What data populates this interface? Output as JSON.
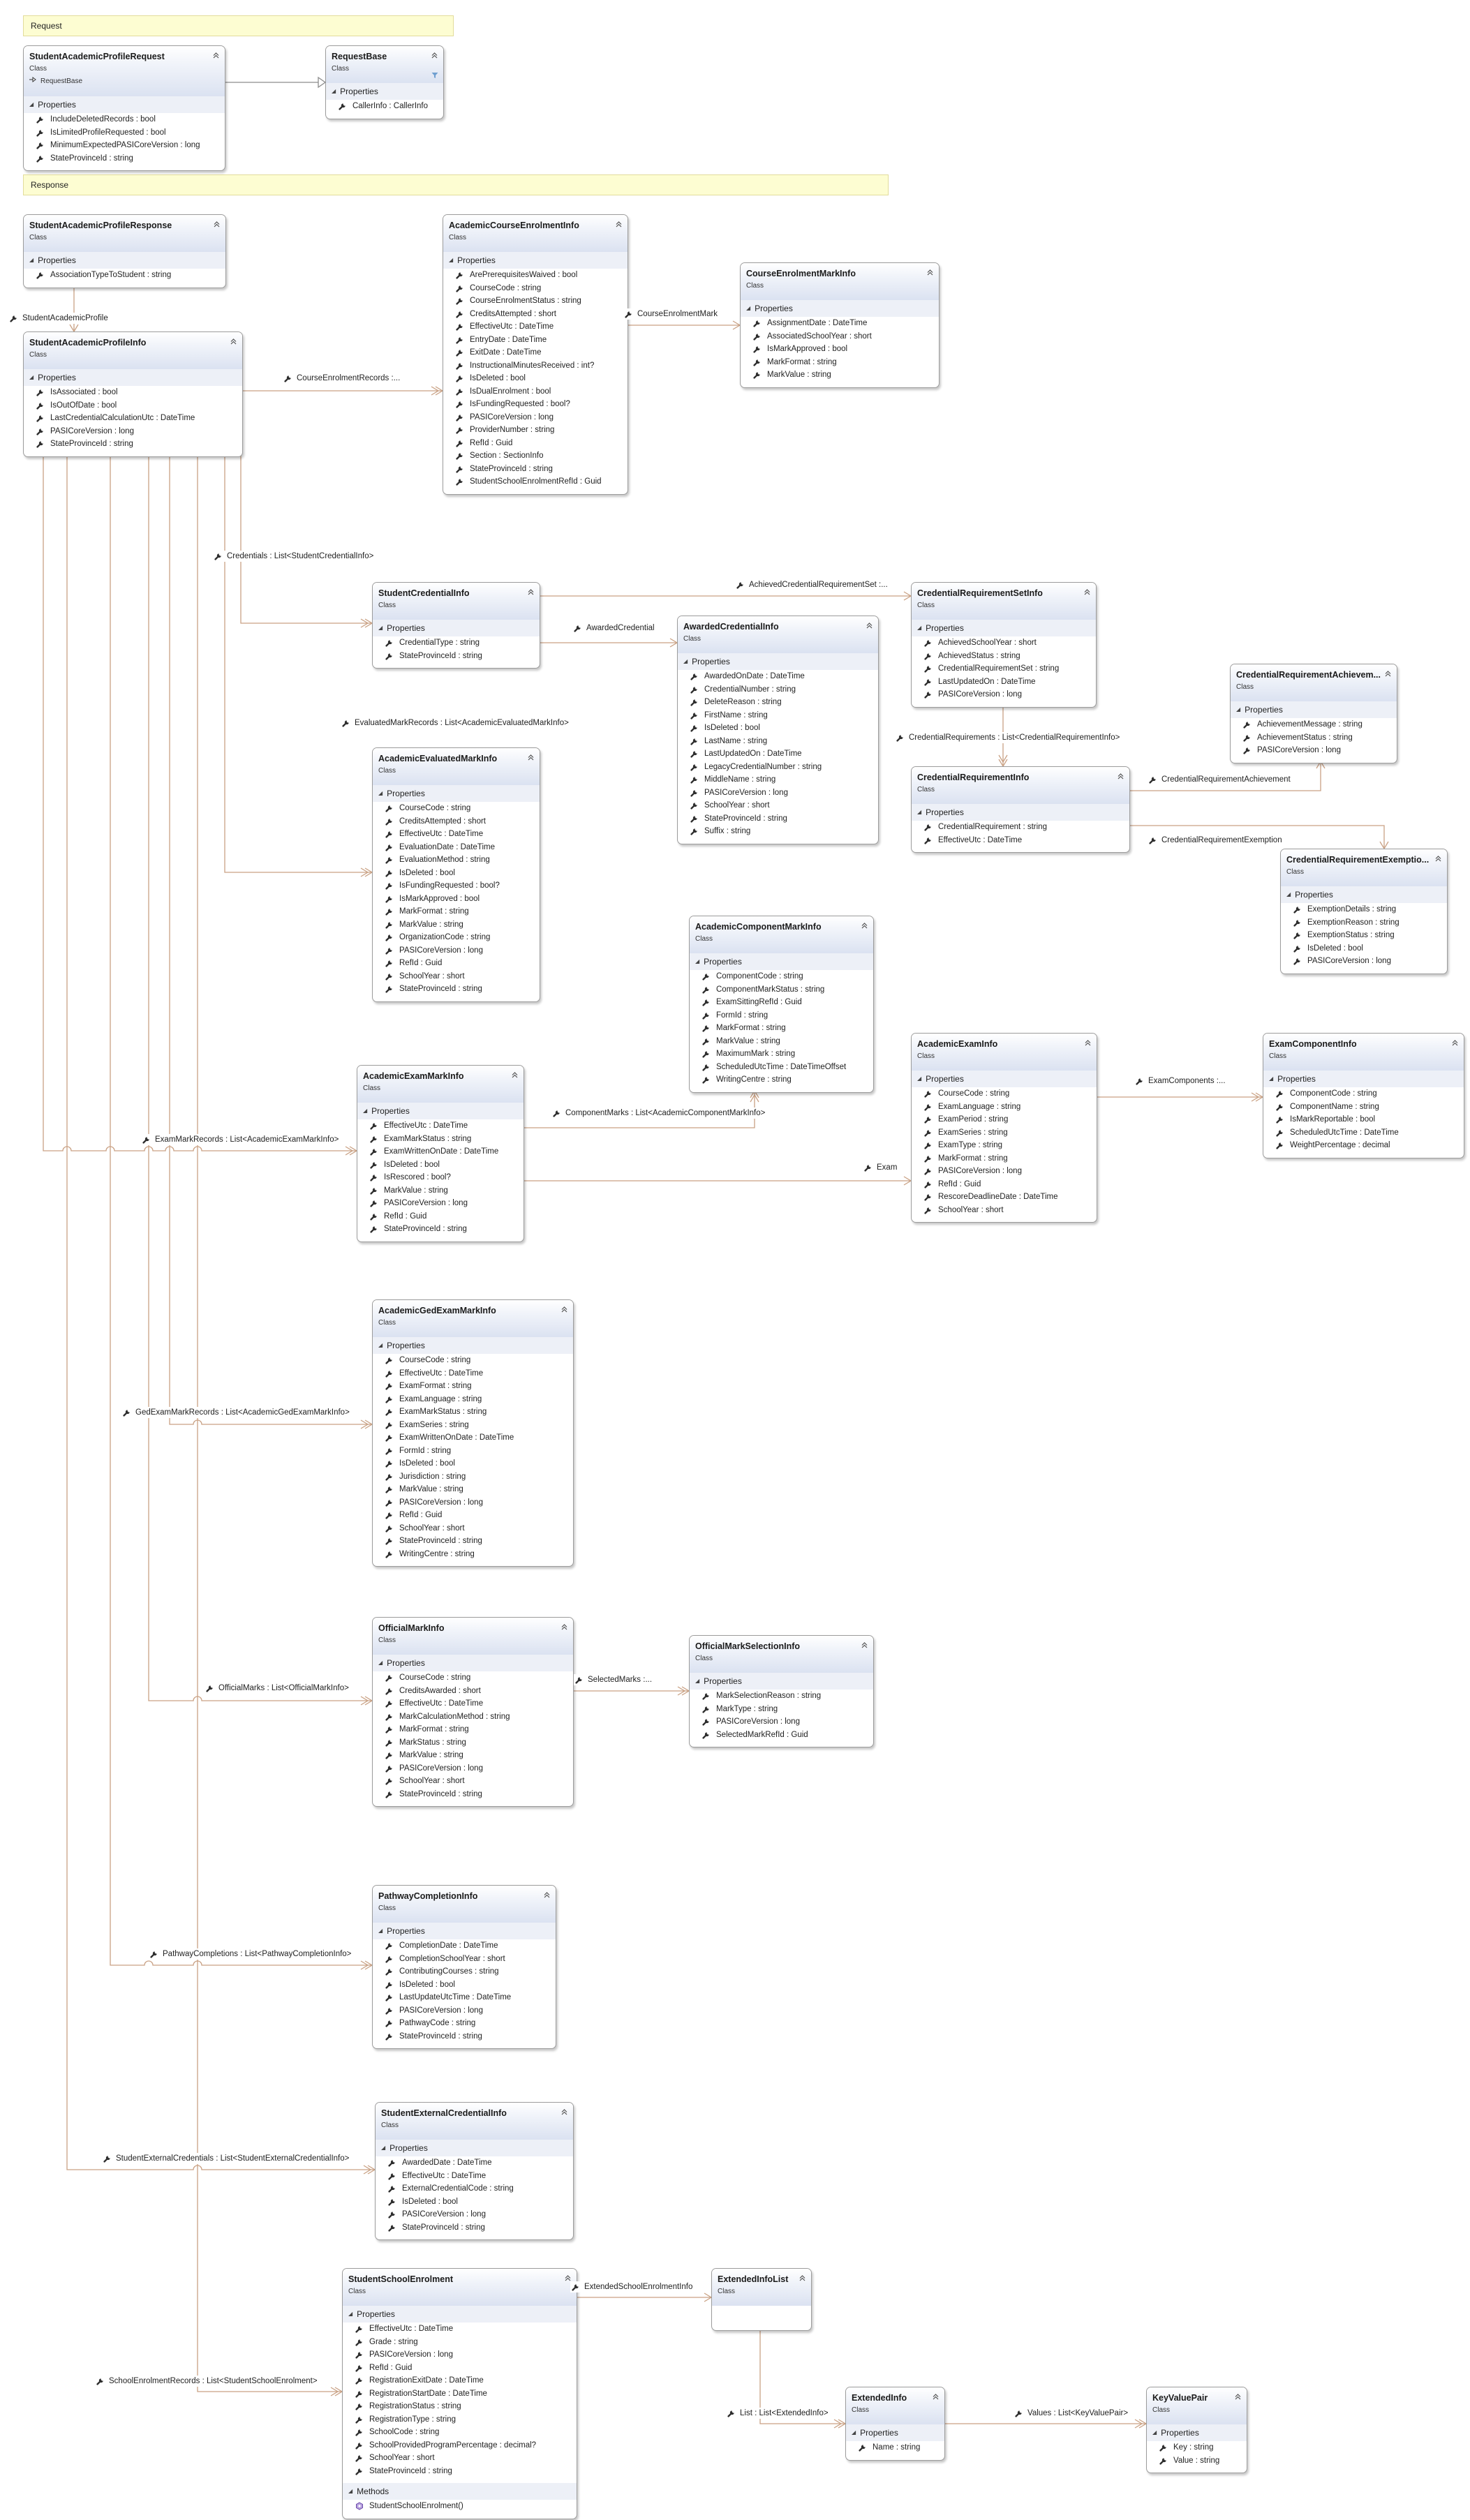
{
  "notes": {
    "request": "Request",
    "response": "Response"
  },
  "classes": [
    {
      "name": "StudentAcademicProfileRequest",
      "kind": "Class",
      "base": "RequestBase",
      "sections": [
        {
          "title": "Properties",
          "members": [
            "IncludeDeletedRecords : bool",
            "IsLimitedProfileRequested : bool",
            "MinimumExpectedPASICoreVersion : long",
            "StateProvinceId : string"
          ]
        }
      ]
    },
    {
      "name": "RequestBase",
      "kind": "Class",
      "filtered": true,
      "sections": [
        {
          "title": "Properties",
          "members": [
            "CallerInfo : CallerInfo"
          ]
        }
      ]
    },
    {
      "name": "StudentAcademicProfileResponse",
      "kind": "Class",
      "sections": [
        {
          "title": "Properties",
          "members": [
            "AssociationTypeToStudent : string"
          ]
        }
      ]
    },
    {
      "name": "StudentAcademicProfileInfo",
      "kind": "Class",
      "sections": [
        {
          "title": "Properties",
          "members": [
            "IsAssociated : bool",
            "IsOutOfDate : bool",
            "LastCredentialCalculationUtc : DateTime",
            "PASICoreVersion : long",
            "StateProvinceId : string"
          ]
        }
      ]
    },
    {
      "name": "AcademicCourseEnrolmentInfo",
      "kind": "Class",
      "sections": [
        {
          "title": "Properties",
          "members": [
            "ArePrerequisitesWaived : bool",
            "CourseCode : string",
            "CourseEnrolmentStatus : string",
            "CreditsAttempted : short",
            "EffectiveUtc : DateTime",
            "EntryDate : DateTime",
            "ExitDate : DateTime",
            "InstructionalMinutesReceived : int?",
            "IsDeleted : bool",
            "IsDualEnrolment : bool",
            "IsFundingRequested : bool?",
            "PASICoreVersion : long",
            "ProviderNumber : string",
            "RefId : Guid",
            "Section : SectionInfo",
            "StateProvinceId : string",
            "StudentSchoolEnrolmentRefId : Guid"
          ]
        }
      ]
    },
    {
      "name": "CourseEnrolmentMarkInfo",
      "kind": "Class",
      "sections": [
        {
          "title": "Properties",
          "members": [
            "AssignmentDate : DateTime",
            "AssociatedSchoolYear : short",
            "IsMarkApproved : bool",
            "MarkFormat : string",
            "MarkValue : string"
          ]
        }
      ]
    },
    {
      "name": "StudentCredentialInfo",
      "kind": "Class",
      "sections": [
        {
          "title": "Properties",
          "members": [
            "CredentialType : string",
            "StateProvinceId : string"
          ]
        }
      ]
    },
    {
      "name": "AwardedCredentialInfo",
      "kind": "Class",
      "sections": [
        {
          "title": "Properties",
          "members": [
            "AwardedOnDate : DateTime",
            "CredentialNumber : string",
            "DeleteReason : string",
            "FirstName : string",
            "IsDeleted : bool",
            "LastName : string",
            "LastUpdatedOn : DateTime",
            "LegacyCredentialNumber : string",
            "MiddleName : string",
            "PASICoreVersion : long",
            "SchoolYear : short",
            "StateProvinceId : string",
            "Suffix : string"
          ]
        }
      ]
    },
    {
      "name": "CredentialRequirementSetInfo",
      "kind": "Class",
      "sections": [
        {
          "title": "Properties",
          "members": [
            "AchievedSchoolYear : short",
            "AchievedStatus : string",
            "CredentialRequirementSet : string",
            "LastUpdatedOn : DateTime",
            "PASICoreVersion : long"
          ]
        }
      ]
    },
    {
      "name": "CredentialRequirementInfo",
      "kind": "Class",
      "sections": [
        {
          "title": "Properties",
          "members": [
            "CredentialRequirement : string",
            "EffectiveUtc : DateTime"
          ]
        }
      ]
    },
    {
      "name": "CredentialRequirementAchievem...",
      "kind": "Class",
      "sections": [
        {
          "title": "Properties",
          "members": [
            "AchievementMessage : string",
            "AchievementStatus : string",
            "PASICoreVersion : long"
          ]
        }
      ]
    },
    {
      "name": "CredentialRequirementExemptio...",
      "kind": "Class",
      "sections": [
        {
          "title": "Properties",
          "members": [
            "ExemptionDetails : string",
            "ExemptionReason : string",
            "ExemptionStatus : string",
            "IsDeleted : bool",
            "PASICoreVersion : long"
          ]
        }
      ]
    },
    {
      "name": "AcademicEvaluatedMarkInfo",
      "kind": "Class",
      "sections": [
        {
          "title": "Properties",
          "members": [
            "CourseCode : string",
            "CreditsAttempted : short",
            "EffectiveUtc : DateTime",
            "EvaluationDate : DateTime",
            "EvaluationMethod : string",
            "IsDeleted : bool",
            "IsFundingRequested : bool?",
            "IsMarkApproved : bool",
            "MarkFormat : string",
            "MarkValue : string",
            "OrganizationCode : string",
            "PASICoreVersion : long",
            "RefId : Guid",
            "SchoolYear : short",
            "StateProvinceId : string"
          ]
        }
      ]
    },
    {
      "name": "AcademicComponentMarkInfo",
      "kind": "Class",
      "sections": [
        {
          "title": "Properties",
          "members": [
            "ComponentCode : string",
            "ComponentMarkStatus : string",
            "ExamSittingRefId : Guid",
            "FormId : string",
            "MarkFormat : string",
            "MarkValue : string",
            "MaximumMark : string",
            "ScheduledUtcTime : DateTimeOffset",
            "WritingCentre : string"
          ]
        }
      ]
    },
    {
      "name": "AcademicExamMarkInfo",
      "kind": "Class",
      "sections": [
        {
          "title": "Properties",
          "members": [
            "EffectiveUtc : DateTime",
            "ExamMarkStatus : string",
            "ExamWrittenOnDate : DateTime",
            "IsDeleted : bool",
            "IsRescored : bool?",
            "MarkValue : string",
            "PASICoreVersion : long",
            "RefId : Guid",
            "StateProvinceId : string"
          ]
        }
      ]
    },
    {
      "name": "AcademicExamInfo",
      "kind": "Class",
      "sections": [
        {
          "title": "Properties",
          "members": [
            "CourseCode : string",
            "ExamLanguage : string",
            "ExamPeriod : string",
            "ExamSeries : string",
            "ExamType : string",
            "MarkFormat : string",
            "PASICoreVersion : long",
            "RefId : Guid",
            "RescoreDeadlineDate : DateTime",
            "SchoolYear : short"
          ]
        }
      ]
    },
    {
      "name": "ExamComponentInfo",
      "kind": "Class",
      "sections": [
        {
          "title": "Properties",
          "members": [
            "ComponentCode : string",
            "ComponentName : string",
            "IsMarkReportable : bool",
            "ScheduledUtcTime : DateTime",
            "WeightPercentage : decimal"
          ]
        }
      ]
    },
    {
      "name": "AcademicGedExamMarkInfo",
      "kind": "Class",
      "sections": [
        {
          "title": "Properties",
          "members": [
            "CourseCode : string",
            "EffectiveUtc : DateTime",
            "ExamFormat : string",
            "ExamLanguage : string",
            "ExamMarkStatus : string",
            "ExamSeries : string",
            "ExamWrittenOnDate : DateTime",
            "FormId : string",
            "IsDeleted : bool",
            "Jurisdiction : string",
            "MarkValue : string",
            "PASICoreVersion : long",
            "RefId : Guid",
            "SchoolYear : short",
            "StateProvinceId : string",
            "WritingCentre : string"
          ]
        }
      ]
    },
    {
      "name": "OfficialMarkInfo",
      "kind": "Class",
      "sections": [
        {
          "title": "Properties",
          "members": [
            "CourseCode : string",
            "CreditsAwarded : short",
            "EffectiveUtc : DateTime",
            "MarkCalculationMethod : string",
            "MarkFormat : string",
            "MarkStatus : string",
            "MarkValue : string",
            "PASICoreVersion : long",
            "SchoolYear : short",
            "StateProvinceId : string"
          ]
        }
      ]
    },
    {
      "name": "OfficialMarkSelectionInfo",
      "kind": "Class",
      "sections": [
        {
          "title": "Properties",
          "members": [
            "MarkSelectionReason : string",
            "MarkType : string",
            "PASICoreVersion : long",
            "SelectedMarkRefId : Guid"
          ]
        }
      ]
    },
    {
      "name": "PathwayCompletionInfo",
      "kind": "Class",
      "sections": [
        {
          "title": "Properties",
          "members": [
            "CompletionDate : DateTime",
            "CompletionSchoolYear : short",
            "ContributingCourses : string",
            "IsDeleted : bool",
            "LastUpdateUtcTime : DateTime",
            "PASICoreVersion : long",
            "PathwayCode : string",
            "StateProvinceId : string"
          ]
        }
      ]
    },
    {
      "name": "StudentExternalCredentialInfo",
      "kind": "Class",
      "sections": [
        {
          "title": "Properties",
          "members": [
            "AwardedDate : DateTime",
            "EffectiveUtc : DateTime",
            "ExternalCredentialCode : string",
            "IsDeleted : bool",
            "PASICoreVersion : long",
            "StateProvinceId : string"
          ]
        }
      ]
    },
    {
      "name": "StudentSchoolEnrolment",
      "kind": "Class",
      "sections": [
        {
          "title": "Properties",
          "members": [
            "EffectiveUtc : DateTime",
            "Grade : string",
            "PASICoreVersion : long",
            "RefId : Guid",
            "RegistrationExitDate : DateTime",
            "RegistrationStartDate : DateTime",
            "RegistrationStatus : string",
            "RegistrationType : string",
            "SchoolCode : string",
            "SchoolProvidedProgramPercentage : decimal?",
            "SchoolYear : short",
            "StateProvinceId : string"
          ]
        },
        {
          "title": "Methods",
          "members": [
            "StudentSchoolEnrolment()"
          ]
        }
      ]
    },
    {
      "name": "ExtendedInfoList",
      "kind": "Class",
      "sections": []
    },
    {
      "name": "ExtendedInfo",
      "kind": "Class",
      "sections": [
        {
          "title": "Properties",
          "members": [
            "Name : string"
          ]
        }
      ]
    },
    {
      "name": "KeyValuePair",
      "kind": "Class",
      "sections": [
        {
          "title": "Properties",
          "members": [
            "Key : string",
            "Value : string"
          ]
        }
      ]
    }
  ],
  "associations": [
    "StudentAcademicProfile",
    "CourseEnrolmentRecords :...",
    "CourseEnrolmentMark",
    "Credentials : List<StudentCredentialInfo>",
    "AchievedCredentialRequirementSet :...",
    "AwardedCredential",
    "CredentialRequirements : List<CredentialRequirementInfo>",
    "CredentialRequirementAchievement",
    "CredentialRequirementExemption",
    "EvaluatedMarkRecords : List<AcademicEvaluatedMarkInfo>",
    "ExamMarkRecords : List<AcademicExamMarkInfo>",
    "ComponentMarks : List<AcademicComponentMarkInfo>",
    "Exam",
    "ExamComponents :...",
    "GedExamMarkRecords : List<AcademicGedExamMarkInfo>",
    "OfficialMarks : List<OfficialMarkInfo>",
    "SelectedMarks :...",
    "PathwayCompletions : List<PathwayCompletionInfo>",
    "StudentExternalCredentials : List<StudentExternalCredentialInfo>",
    "SchoolEnrolmentRecords : List<StudentSchoolEnrolment>",
    "ExtendedSchoolEnrolmentInfo",
    "List : List<ExtendedInfo>",
    "Values : List<KeyValuePair>"
  ],
  "colors": {
    "association": "#c9a184",
    "inheritance": "#8c8c8c",
    "note": "#fdfdd2",
    "header": "#dbe2f1"
  }
}
